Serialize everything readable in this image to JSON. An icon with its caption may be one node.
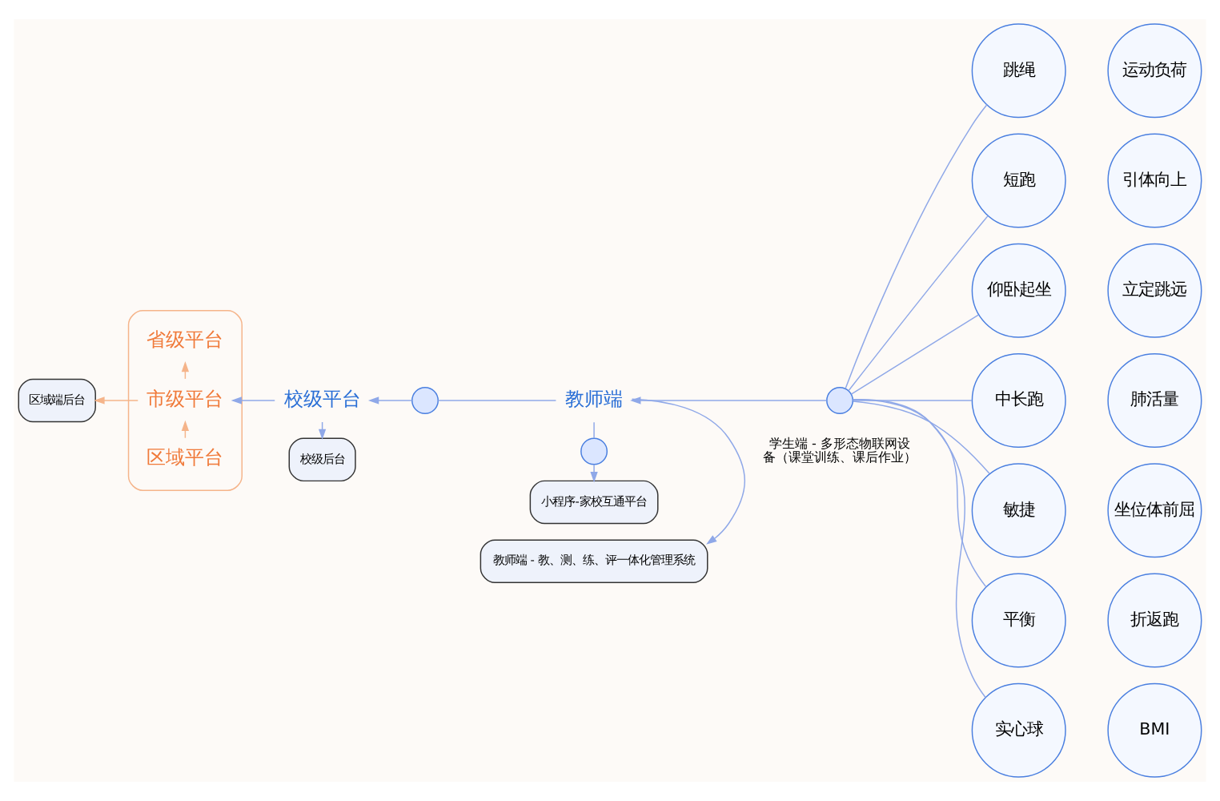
{
  "diagram": {
    "nodes": [
      {
        "text": [],
        "shape": "box"
      },
      {
        "text": [
          "省级平台"
        ],
        "in": 0
      },
      {
        "text": [
          "市级平台"
        ],
        "in": 0
      },
      {
        "text": [
          "区域平台"
        ],
        "in": 0
      },
      {
        "text": [
          "区域端后台"
        ]
      },
      {
        "text": [
          "校级平台"
        ]
      },
      {
        "text": [
          "校级后台"
        ]
      },
      {
        "text": [],
        "shape": "circle"
      },
      {
        "text": [
          "教师端"
        ]
      },
      {
        "text": [
          "教师端 - 教、测、练、评一体化管理系统"
        ]
      },
      {
        "text": [],
        "shape": "circle"
      },
      {
        "text": [
          "小程序-家校互通平台"
        ]
      },
      {
        "text": [],
        "shape": "circle",
        "beside": [
          "学生端 - 多形态物联网设备（课堂训练、课后作业）"
        ]
      },
      {
        "text": [
          "跳绳"
        ]
      },
      {
        "text": [
          "运动负荷"
        ]
      },
      {
        "text": [
          "短跑"
        ]
      },
      {
        "text": [
          "引体向上"
        ]
      },
      {
        "text": [
          "仰卧起坐"
        ]
      },
      {
        "text": [
          "立定跳远"
        ]
      },
      {
        "text": [
          "中长跑"
        ]
      },
      {
        "text": [
          "肺活量"
        ]
      },
      {
        "text": [
          "敏捷"
        ]
      },
      {
        "text": [
          "坐位体前屈"
        ]
      },
      {
        "text": [
          "平衡"
        ]
      },
      {
        "text": [
          "折返跑"
        ]
      },
      {
        "text": [
          "实心球"
        ]
      },
      {
        "text": [
          "BMI"
        ]
      }
    ],
    "edges": [
      {
        "from": 3,
        "to": 2,
        "arrow": "to",
        "color": "#f5b48a"
      },
      {
        "from": 2,
        "to": 1,
        "arrow": "to",
        "color": "#f5b48a"
      },
      {
        "from": 2,
        "to": 4,
        "arrow": "to",
        "color": "#f5b48a"
      },
      {
        "from": 5,
        "to": 2,
        "arrow": "to"
      },
      {
        "from": 5,
        "to": 6,
        "arrow": "to"
      },
      {
        "from": 7,
        "to": 5,
        "arrow": "to"
      },
      {
        "from": 8,
        "to": 7,
        "arrow": "none"
      },
      {
        "from": 8,
        "to": 9,
        "arrow": "to"
      },
      {
        "from": 8,
        "to": 10,
        "arrow": "none"
      },
      {
        "from": 10,
        "to": 11,
        "arrow": "to"
      },
      {
        "from": 12,
        "to": 8,
        "arrow": "to"
      },
      {
        "from": 13,
        "to": 12,
        "arrow": "none"
      },
      {
        "from": 15,
        "to": 12,
        "arrow": "none"
      },
      {
        "from": 17,
        "to": 12,
        "arrow": "none"
      },
      {
        "from": 19,
        "to": 12,
        "arrow": "none"
      },
      {
        "from": 21,
        "to": 12,
        "arrow": "none"
      },
      {
        "from": 23,
        "to": 12,
        "arrow": "none"
      },
      {
        "from": 25,
        "to": 12,
        "arrow": "none"
      }
    ]
  }
}
